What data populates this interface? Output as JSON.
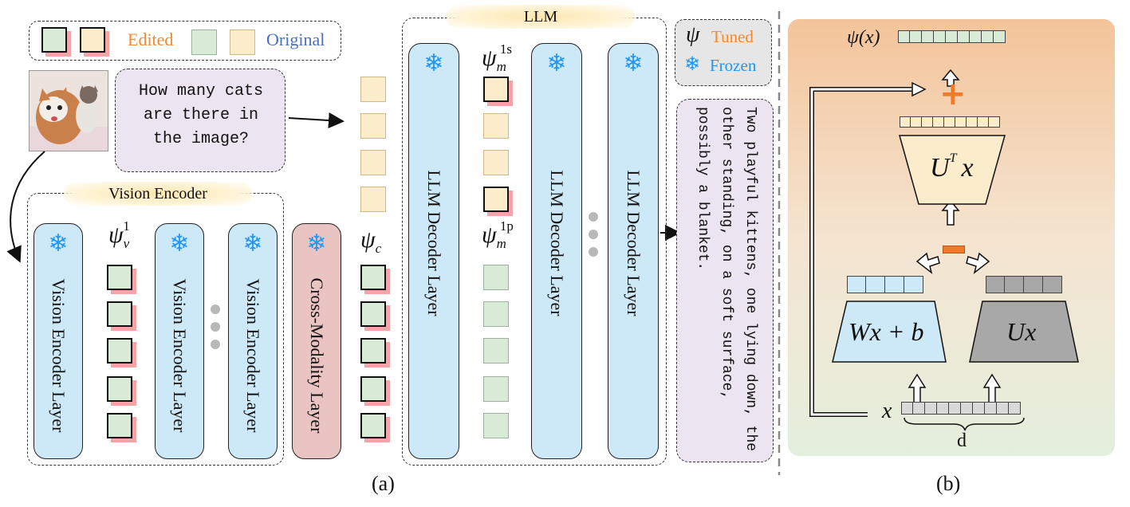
{
  "legend": {
    "edited": "Edited",
    "original": "Original",
    "tuned": "Tuned",
    "frozen": "Frozen",
    "tuned_symbol": "ψ"
  },
  "question": "How many cats are there in the image?",
  "answer": "Two playful kittens, one lying down, the other standing, on a soft surface, possibly a blanket.",
  "vision_encoder": {
    "title": "Vision Encoder",
    "layer_label": "Vision Encoder Layer",
    "psi_symbol": "ψ",
    "psi_sub": "v",
    "psi_sup": "1"
  },
  "cross_modality": {
    "label": "Cross-Modality Layer",
    "psi_symbol": "ψ",
    "psi_sub": "c"
  },
  "llm": {
    "title": "LLM",
    "layer_label": "LLM Decoder Layer",
    "psi_symbol": "ψ",
    "psi_sub": "m",
    "psi_sup_s": "1s",
    "psi_sup_p": "1p"
  },
  "panel_b": {
    "output_label": "ψ(x)",
    "ut_label": "U",
    "ut_sup": "T",
    "ut_x": "x",
    "wx_label": "Wx + b",
    "ux_label": "Ux",
    "input_label": "x",
    "dim_label": "d",
    "plus": "+",
    "minus": "−"
  },
  "captions": {
    "a": "(a)",
    "b": "(b)"
  },
  "colors": {
    "snowflake": "#2196f3",
    "edited_text": "#f28a30",
    "original_text": "#4a6fc4",
    "layer_blue": "#cde8f6",
    "cross_pink": "#eac4c2",
    "op_orange": "#f07a2a"
  },
  "icons": {
    "frozen": "snowflake-icon",
    "cat": "cat-photo"
  }
}
